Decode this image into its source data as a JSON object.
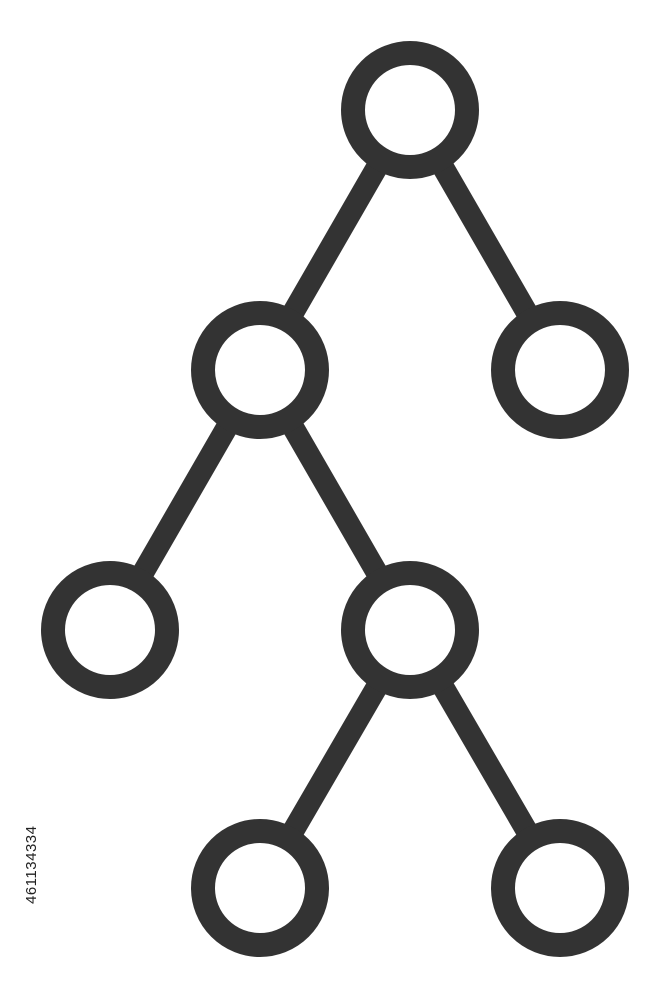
{
  "diagram": {
    "type": "binary-tree-icon",
    "nodes": [
      {
        "id": "root"
      },
      {
        "id": "left-child"
      },
      {
        "id": "right-child"
      },
      {
        "id": "left-left-child"
      },
      {
        "id": "left-right-child"
      },
      {
        "id": "bottom-left-child"
      },
      {
        "id": "bottom-right-child"
      }
    ],
    "edges": [
      {
        "from": "root",
        "to": "left-child"
      },
      {
        "from": "root",
        "to": "right-child"
      },
      {
        "from": "left-child",
        "to": "left-left-child"
      },
      {
        "from": "left-child",
        "to": "left-right-child"
      },
      {
        "from": "left-right-child",
        "to": "bottom-left-child"
      },
      {
        "from": "left-right-child",
        "to": "bottom-right-child"
      }
    ]
  },
  "colors": {
    "stroke": "#333333",
    "background": "#ffffff",
    "watermark_text": "#222222"
  },
  "watermark": {
    "id_text": "461134334"
  }
}
